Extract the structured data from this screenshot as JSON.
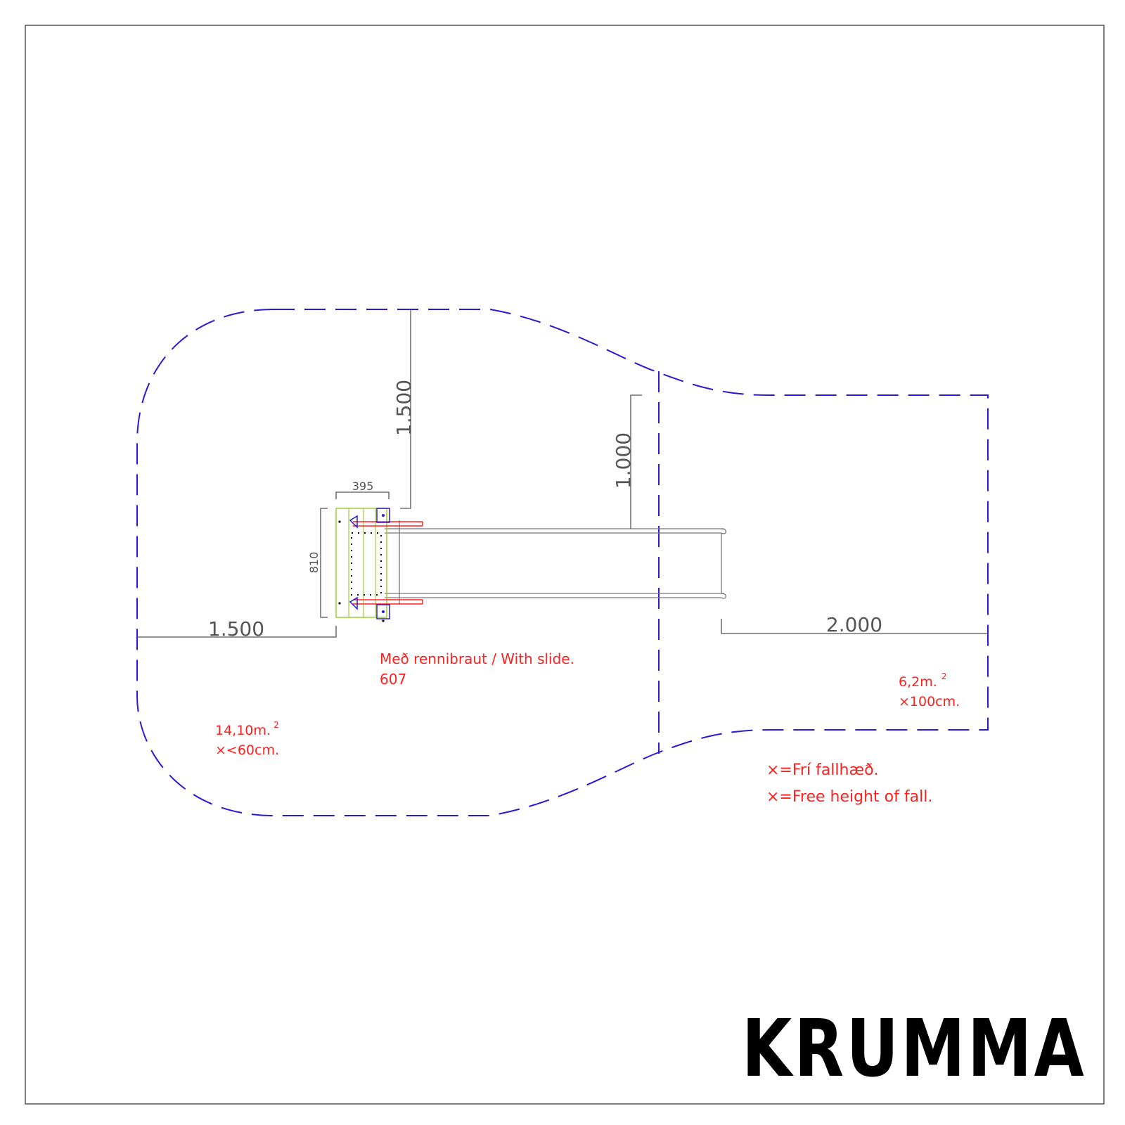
{
  "dimensions": {
    "top_clearance": "1.500",
    "left_clearance": "1.500",
    "platform_width": "395",
    "platform_depth": "810",
    "slide_side_clearance": "1.000",
    "slide_exit_clearance": "2.000"
  },
  "notes": {
    "product_line1": "Með rennibraut / With slide.",
    "product_line2": "607",
    "zone1_area": "14,10m.",
    "zone1_area_sup": "2",
    "zone1_height": "×<60cm.",
    "zone2_area": "6,2m.",
    "zone2_area_sup": "2",
    "zone2_height": "×100cm.",
    "legend_is": "×=Frí fallhæð.",
    "legend_en": "×=Free height of fall."
  },
  "brand": {
    "logo_text": "KRUMMA"
  },
  "colors": {
    "zone_outline": "#2a1ad6",
    "annotation": "#ff2020",
    "dimension": "#555555",
    "platform": "#9ad03a",
    "border": "#555555"
  }
}
